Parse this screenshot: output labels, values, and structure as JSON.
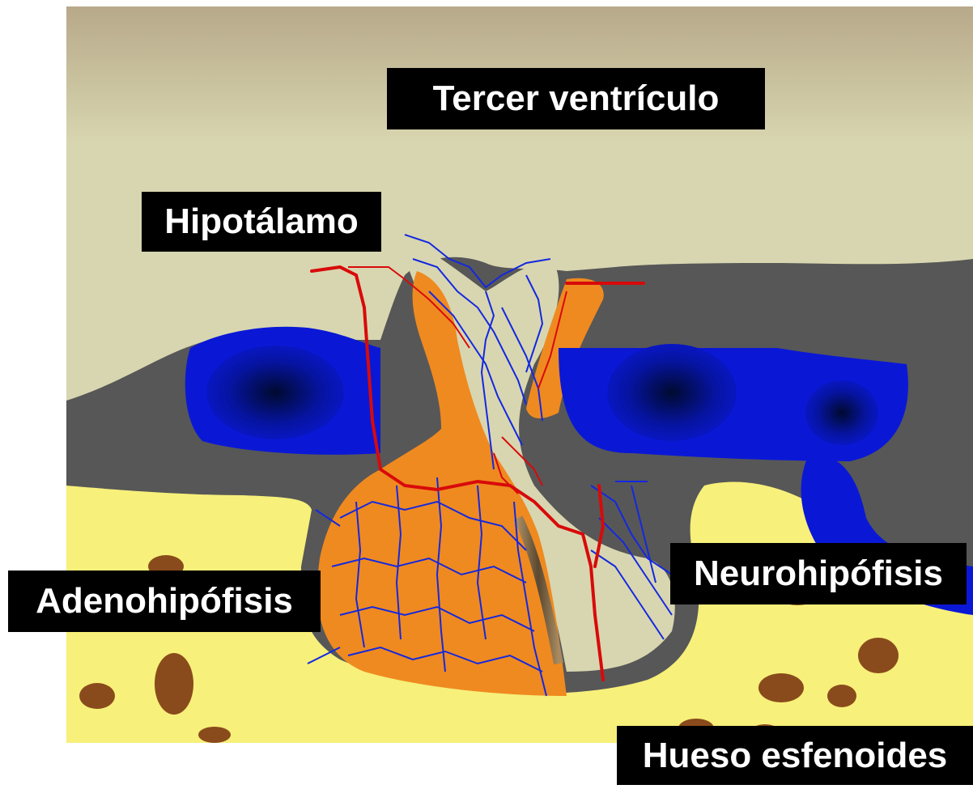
{
  "labels": {
    "third_ventricle": "Tercer ventrículo",
    "hypothalamus": "Hipotálamo",
    "adenohypophysis": "Adenohipófisis",
    "neurohypophysis": "Neurohipófisis",
    "sphenoid_bone": "Hueso esfenoides"
  },
  "colors": {
    "brain_tissue": "#d8d6b0",
    "dura_gray": "#575757",
    "venous_sinus": "#0a18d6",
    "adenohypophysis": "#ef8a20",
    "neurohypophysis": "#d8d6b0",
    "bone": "#f7f07a",
    "marrow": "#8a4b1c",
    "artery": "#d80a0a",
    "capillary_vein": "#1428e0",
    "label_bg": "#000000",
    "label_text": "#ffffff"
  }
}
